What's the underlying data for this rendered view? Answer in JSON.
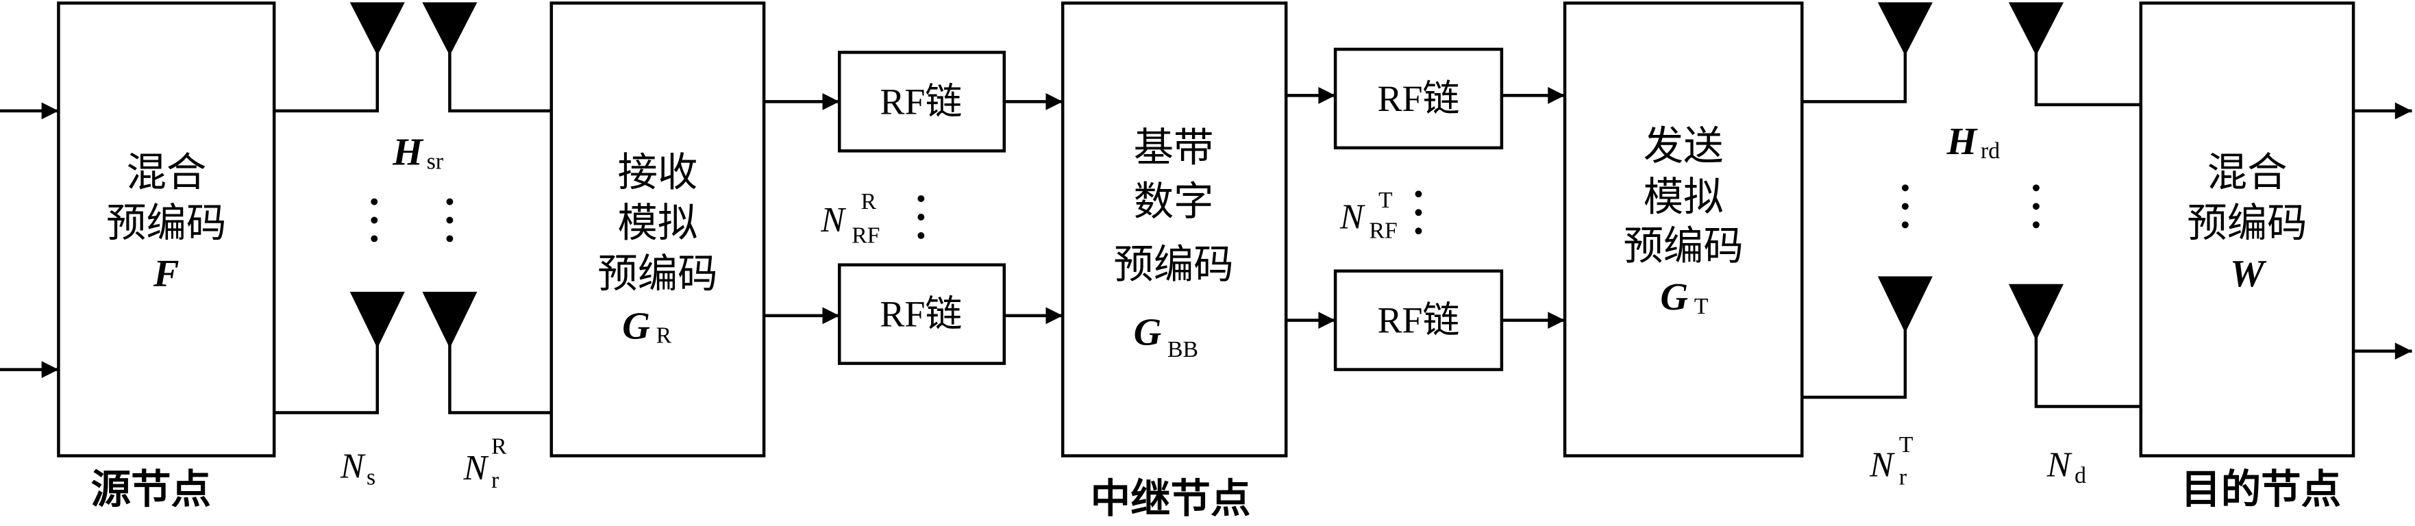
{
  "source_node": {
    "label": "源节点",
    "precoder": {
      "line1": "混合",
      "line2": "预编码",
      "symbol": "F"
    }
  },
  "channel_sr": {
    "symbol": "H",
    "sub": "sr"
  },
  "antennas_source": {
    "symbol": "N",
    "sub": "s"
  },
  "antennas_relay_rx": {
    "symbol": "N",
    "sub": "r",
    "sup": "R"
  },
  "relay_node": {
    "label": "中继节点",
    "rx_analog_precoder": {
      "line1": "接收",
      "line2": "模拟",
      "line3": "预编码",
      "symbol": "G",
      "sub": "R"
    },
    "rf_chain_label": "RF链",
    "rf_chains_rx": {
      "symbol": "N",
      "sub": "RF",
      "sup": "R"
    },
    "baseband_precoder": {
      "line1": "基带",
      "line2": "数字",
      "line3": "预编码",
      "symbol": "G",
      "sub": "BB"
    },
    "rf_chains_tx": {
      "symbol": "N",
      "sub": "RF",
      "sup": "T"
    },
    "tx_analog_precoder": {
      "line1": "发送",
      "line2": "模拟",
      "line3": "预编码",
      "symbol": "G",
      "sub": "T"
    }
  },
  "channel_rd": {
    "symbol": "H",
    "sub": "rd"
  },
  "antennas_relay_tx": {
    "symbol": "N",
    "sub": "r",
    "sup": "T"
  },
  "antennas_destination": {
    "symbol": "N",
    "sub": "d"
  },
  "destination_node": {
    "label": "目的节点",
    "combiner": {
      "line1": "混合",
      "line2": "预编码",
      "symbol": "W"
    }
  }
}
